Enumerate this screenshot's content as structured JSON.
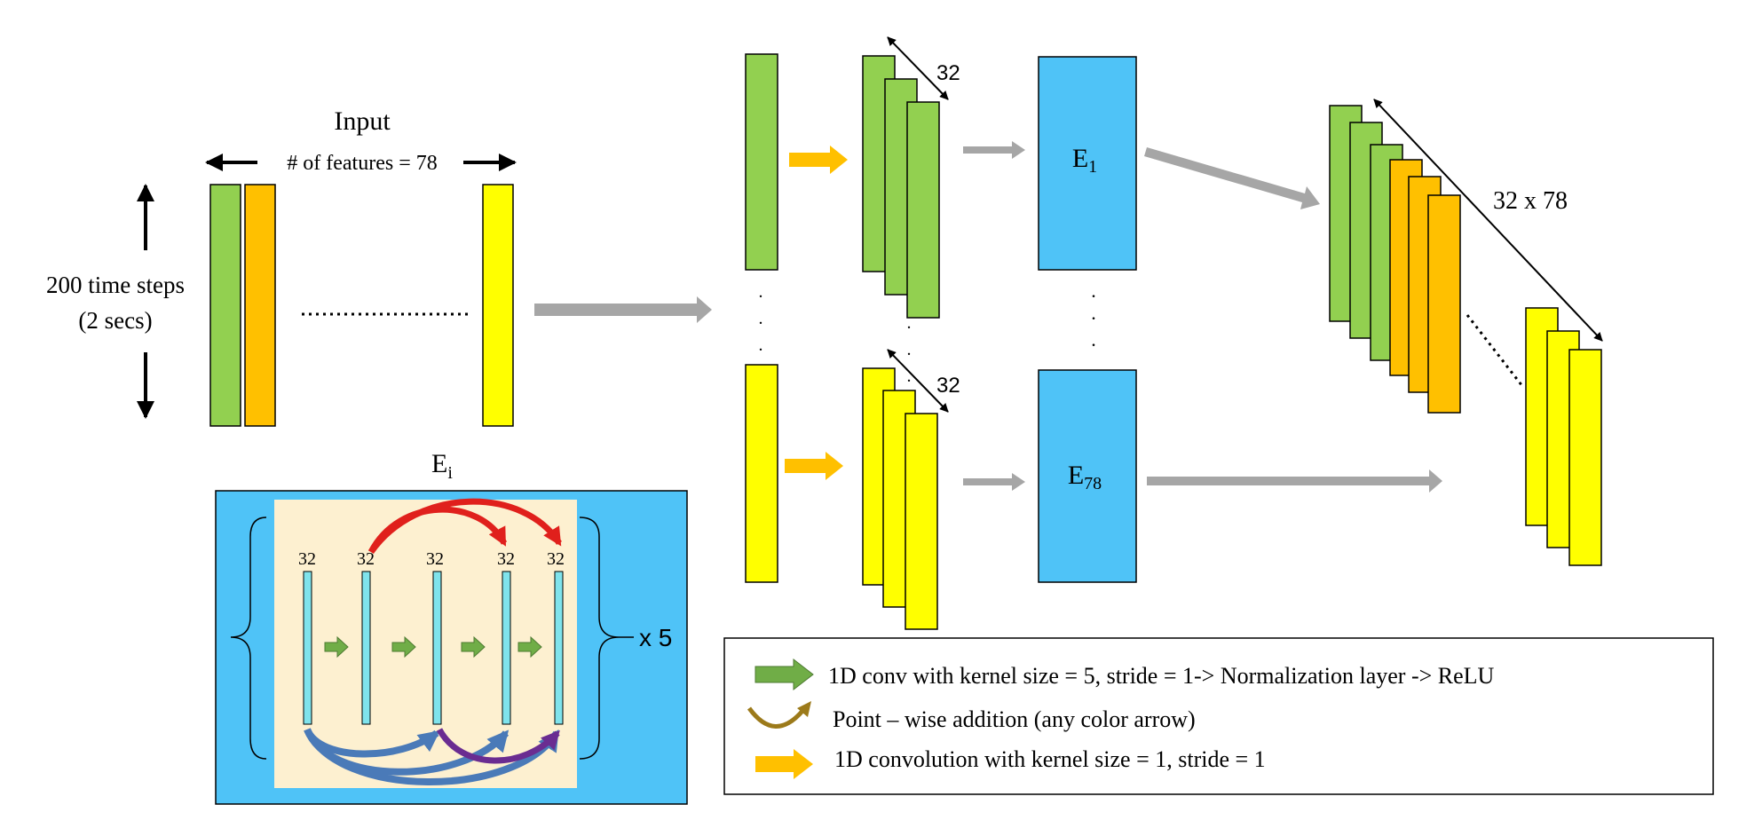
{
  "input": {
    "title": "Input",
    "features_label": "# of features = 78",
    "time_label_line1": "200 time steps",
    "time_label_line2": "(2 secs)"
  },
  "block": {
    "title_main": "E",
    "title_sub": "i",
    "channel_labels": [
      "32",
      "32",
      "32",
      "32",
      "32"
    ],
    "repeat_label": "x 5"
  },
  "stacks": {
    "top_depth_label": "32",
    "bottom_depth_label": "32"
  },
  "encoders": {
    "first_main": "E",
    "first_sub": "1",
    "last_main": "E",
    "last_sub": "78"
  },
  "output": {
    "dim_label": "32 x 78"
  },
  "legend": {
    "conv_label": "1D conv with kernel size = 5, stride = 1-> Normalization layer -> ReLU",
    "add_label": "Point – wise addition (any color arrow)",
    "conv1_label": "1D convolution with kernel size = 1, stride = 1"
  },
  "colors": {
    "green": "#92d050",
    "orange": "#ffc000",
    "yellow": "#ffff00",
    "blue": "#4fc3f7",
    "cream": "#fdf0d0",
    "cyan": "#7fe3ec",
    "gray_arrow": "#a6a6a6",
    "red_arrow": "#e0201c",
    "steel_arrow": "#4a7ab8",
    "purple_arrow": "#6a2c91"
  }
}
